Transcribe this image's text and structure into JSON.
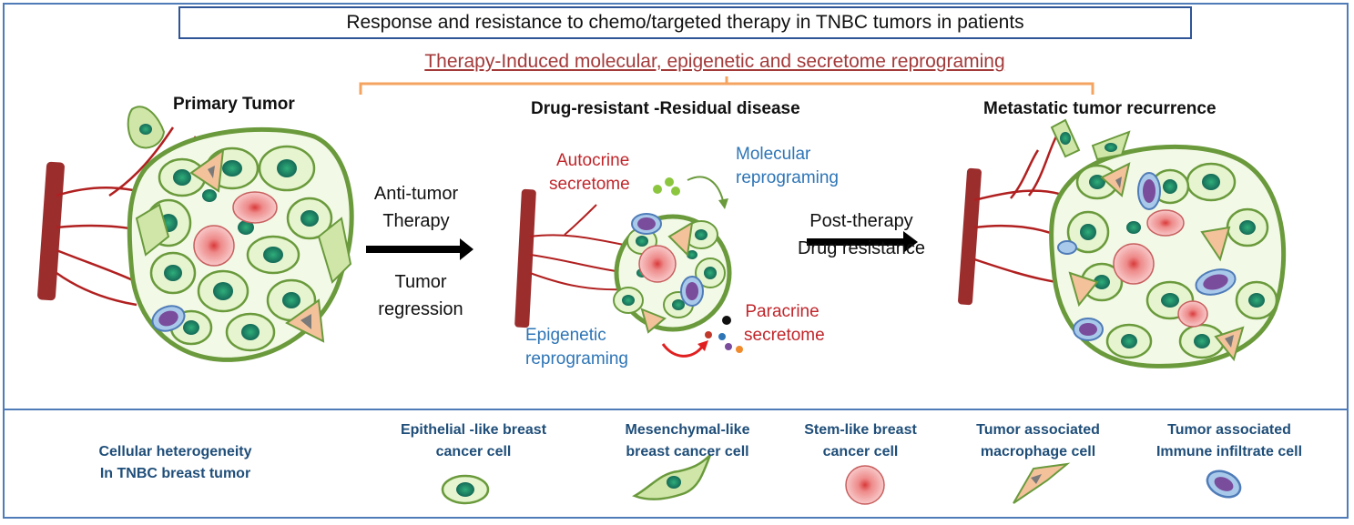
{
  "title": "Response and resistance to chemo/targeted therapy in TNBC tumors in patients",
  "subtitle": "Therapy-Induced molecular, epigenetic and secretome reprograming",
  "stages": {
    "primary": "Primary Tumor",
    "residual": "Drug-resistant -Residual disease",
    "metastatic": "Metastatic tumor recurrence"
  },
  "arrows": {
    "therapy_line1": "Anti-tumor",
    "therapy_line2": "Therapy",
    "regression_line1": "Tumor",
    "regression_line2": "regression",
    "post_line1": "Post-therapy",
    "post_line2": "Drug resistance"
  },
  "residual_labels": {
    "autocrine_line1": "Autocrine",
    "autocrine_line2": "secretome",
    "molecular_line1": "Molecular",
    "molecular_line2": "reprograming",
    "paracrine_line1": "Paracrine",
    "paracrine_line2": "secretome",
    "epigenetic_line1": "Epigenetic",
    "epigenetic_line2": "reprograming"
  },
  "legend": {
    "heading_line1": "Cellular heterogeneity",
    "heading_line2": "In TNBC breast tumor",
    "items": [
      {
        "line1": "Epithelial -like breast",
        "line2": "cancer cell"
      },
      {
        "line1": "Mesenchymal-like",
        "line2": "breast cancer cell"
      },
      {
        "line1": "Stem-like breast",
        "line2": "cancer cell"
      },
      {
        "line1": "Tumor associated",
        "line2": "macrophage cell"
      },
      {
        "line1": "Tumor associated",
        "line2": "Immune infiltrate cell"
      }
    ]
  },
  "colors": {
    "frame": "#4f7cb8",
    "subtitle": "#a33a3a",
    "bracket": "#f4a460",
    "vessel": "#9b2d2d",
    "tumor_outline": "#6a9a3c",
    "epithelial_fill": "#e6f5cf",
    "nucleus": "#1f8a5e",
    "stem_fill": "#f4a6a6",
    "macrophage_fill": "#f3c29b",
    "immune_fill": "#a9c9ea",
    "immune_nucleus": "#7a4c9c",
    "red_label": "#c0262b",
    "blue_label": "#2e75b6",
    "legend_text": "#1f4e79"
  }
}
